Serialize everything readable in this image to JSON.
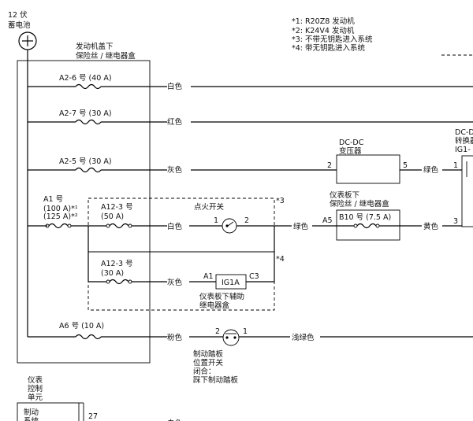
{
  "battery": {
    "label_line1": "12 伏",
    "label_line2": "蓄电池"
  },
  "fuse_box_top": {
    "line1": "发动机盖下",
    "line2": "保险丝 / 继电器盒"
  },
  "notes": [
    "*1: R20Z8 发动机",
    "*2: K24V4 发动机",
    "*3: 不带无钥匙进入系统",
    "*4: 带无钥匙进入系统"
  ],
  "fuses": {
    "a26": "A2-6 号 (40 A)",
    "a27": "A2-7 号 (30 A)",
    "a25": "A2-5 号 (30 A)",
    "a1_line1": "A1 号",
    "a1_line2": "(100 A)*¹",
    "a1_line3": "(125 A)*²",
    "a123_top_line1": "A12-3 号",
    "a123_top_line2": "(50 A)",
    "a123_bot_line1": "A12-3 号",
    "a123_bot_line2": "(30 A)",
    "a6": "A6 号 (10 A)",
    "b10": "B10 号 (7.5 A)"
  },
  "wires": {
    "white1": "白色",
    "red": "红色",
    "gray1": "灰色",
    "green1": "绿色",
    "white2": "白色",
    "green2": "绿色",
    "yellow": "黄色",
    "gray2": "灰色",
    "pink": "粉色",
    "lightgreen": "浅绿色",
    "bottom_partial": "白色"
  },
  "dcdc": {
    "line1": "DC-DC",
    "line2": "变压器",
    "pin_in": "2",
    "pin_out": "5"
  },
  "dcdc_right": {
    "line1": "DC-D",
    "line2": "转换器",
    "line3": "IG1-",
    "pin_top": "1",
    "pin_bot": "3"
  },
  "dash_fuse_box": {
    "line1": "仪表板下",
    "line2": "保险丝 / 继电器盒",
    "pin": "A5"
  },
  "ign_switch": {
    "label": "点火开关",
    "pin_left": "1",
    "pin_right": "2"
  },
  "ig1a": {
    "label": "IG1A",
    "pin_left": "A1",
    "pin_right": "C3",
    "caption_line1": "仪表板下辅助",
    "caption_line2": "继电器盒"
  },
  "markers": {
    "star3": "*3",
    "star4": "*4"
  },
  "brake_switch": {
    "pin_left": "2",
    "pin_right": "1",
    "line1": "制动踏板",
    "line2": "位置开关",
    "line3": "闭合：",
    "line4": "踩下制动踏板"
  },
  "instrument_unit": {
    "line1": "仪表",
    "line2": "控制",
    "line3": "单元",
    "inner_line1": "制动",
    "inner_line2": "系统",
    "pin": "27"
  }
}
